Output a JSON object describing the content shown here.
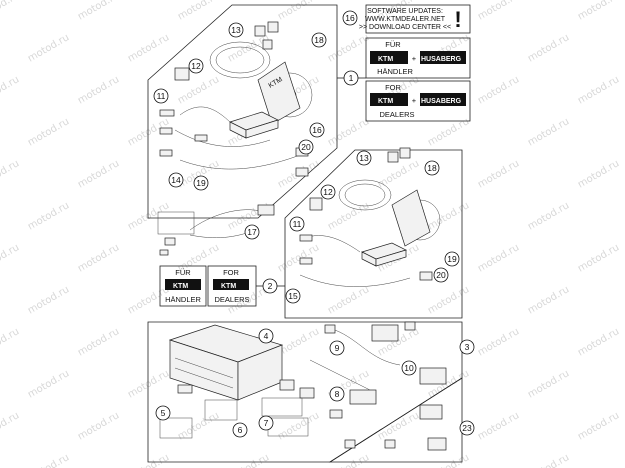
{
  "watermark_text": "motod.ru",
  "callouts": [
    "1",
    "2",
    "3",
    "4",
    "5",
    "6",
    "7",
    "8",
    "9",
    "10",
    "11",
    "12",
    "13",
    "14",
    "15",
    "16",
    "17",
    "18",
    "19",
    "20",
    "23"
  ],
  "software_box": {
    "line1": "SOFTWARE UPDATES:",
    "line2": "WWW.KTMDEALER.NET",
    "line3": ">> DOWNLOAD CENTER <<",
    "warning_symbol": "!"
  },
  "brand_labels": {
    "ktm": "KTM",
    "plus": "+",
    "husaberg": "HUSABERG"
  },
  "label_cards": {
    "fur": "FÜR",
    "handler": "HÄNDLER",
    "for": "FOR",
    "dealers": "DEALERS"
  }
}
